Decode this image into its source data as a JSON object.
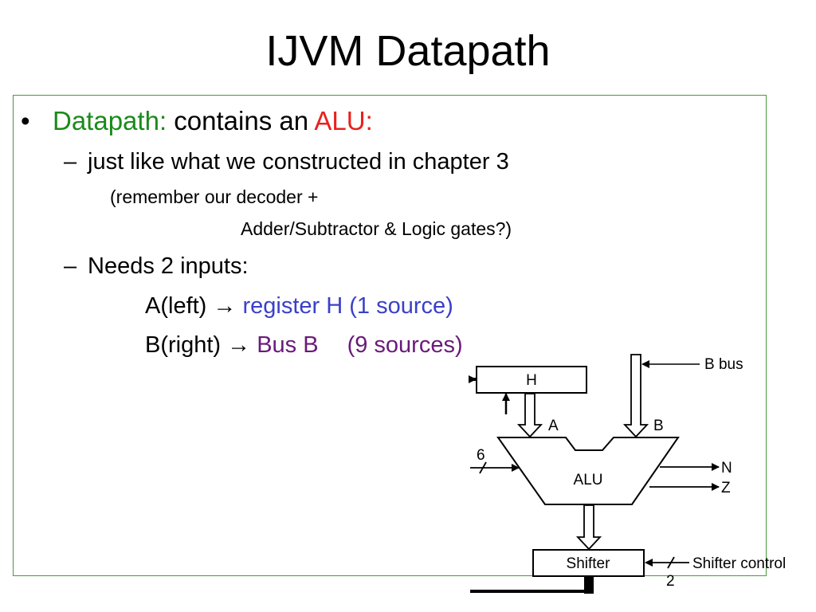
{
  "slide": {
    "title": "IJVM Datapath",
    "bullet1": {
      "marker": "•",
      "term": "Datapath",
      "colon": ":",
      "text": " contains  an ",
      "alu": "ALU:"
    },
    "sub1": {
      "marker": "–",
      "text": "just like what we constructed in chapter 3"
    },
    "note1": "(remember our decoder +",
    "note2": "Adder/Subtractor & Logic gates?)",
    "sub2": {
      "marker": "–",
      "text": "Needs 2 inputs:"
    },
    "input_a": {
      "label": "A(left) ",
      "arrow": "→",
      "value": " register H (1 source)"
    },
    "input_b": {
      "label": "B(right) ",
      "arrow": "→",
      "value": " Bus B",
      "sources": "(9 sources)"
    }
  },
  "diagram": {
    "h_label": "H",
    "alu_label": "ALU",
    "a_label": "A",
    "b_label": "B",
    "bbus_label": "B bus",
    "n_label": "N",
    "z_label": "Z",
    "six_label": "6",
    "shifter_label": "Shifter",
    "shifter_control_label": "Shifter control",
    "two_label": "2"
  },
  "colors": {
    "green": "#1a8a1a",
    "red": "#e8211c",
    "blue": "#3a40c8",
    "purple": "#6a1a7a",
    "frame": "#4a9a3a"
  }
}
